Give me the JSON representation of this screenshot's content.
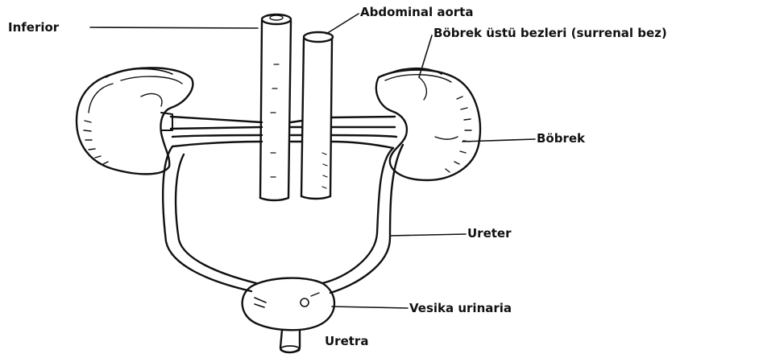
{
  "labels": {
    "inferior": "Inferior",
    "abdominal_aorta": "Abdominal aorta",
    "adrenal_gland": "Böbrek üstü bezleri (surrenal bez)",
    "kidney": "Böbrek",
    "ureter": "Ureter",
    "bladder": "Vesika urinaria",
    "urethra": "Uretra"
  },
  "colors": {
    "ink": "#111111",
    "background": "#ffffff"
  }
}
